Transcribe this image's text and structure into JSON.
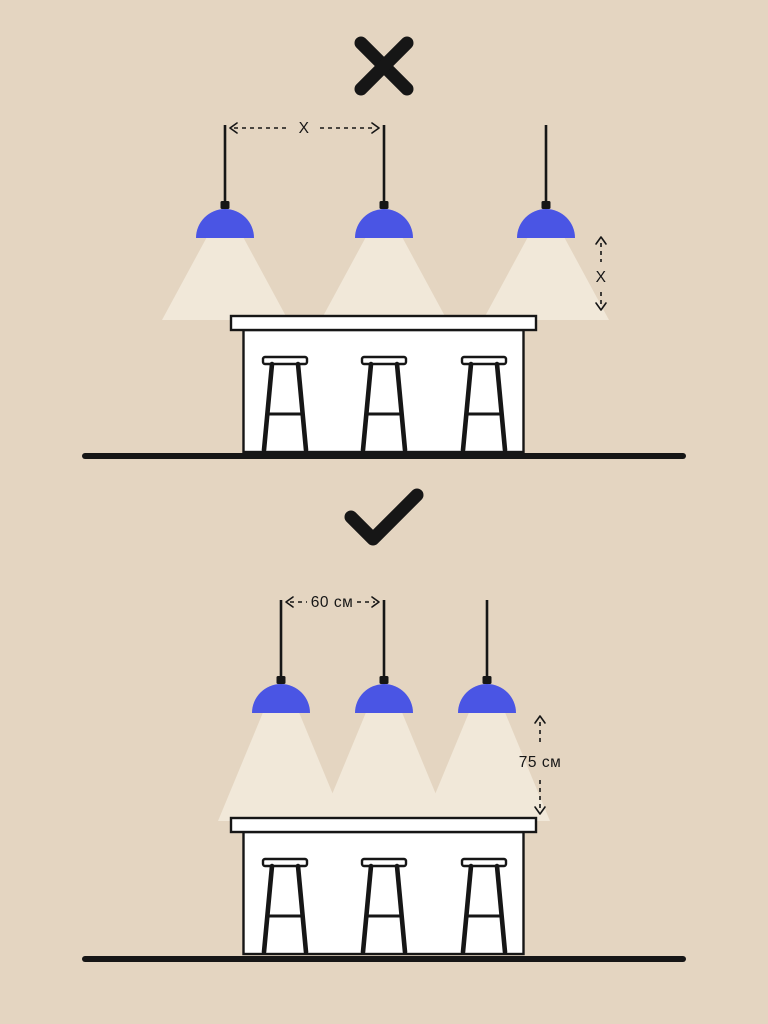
{
  "colors": {
    "background": "#e4d5c1",
    "ink": "#161616",
    "lamp": "#4a55e4",
    "cone": "#f1e8d9",
    "surface": "#ffffff"
  },
  "wrong_example": {
    "verdict_icon": "cross",
    "spacing_label": "X",
    "height_label": "X"
  },
  "correct_example": {
    "verdict_icon": "check",
    "spacing_label": "60 см",
    "height_label": "75 см"
  }
}
